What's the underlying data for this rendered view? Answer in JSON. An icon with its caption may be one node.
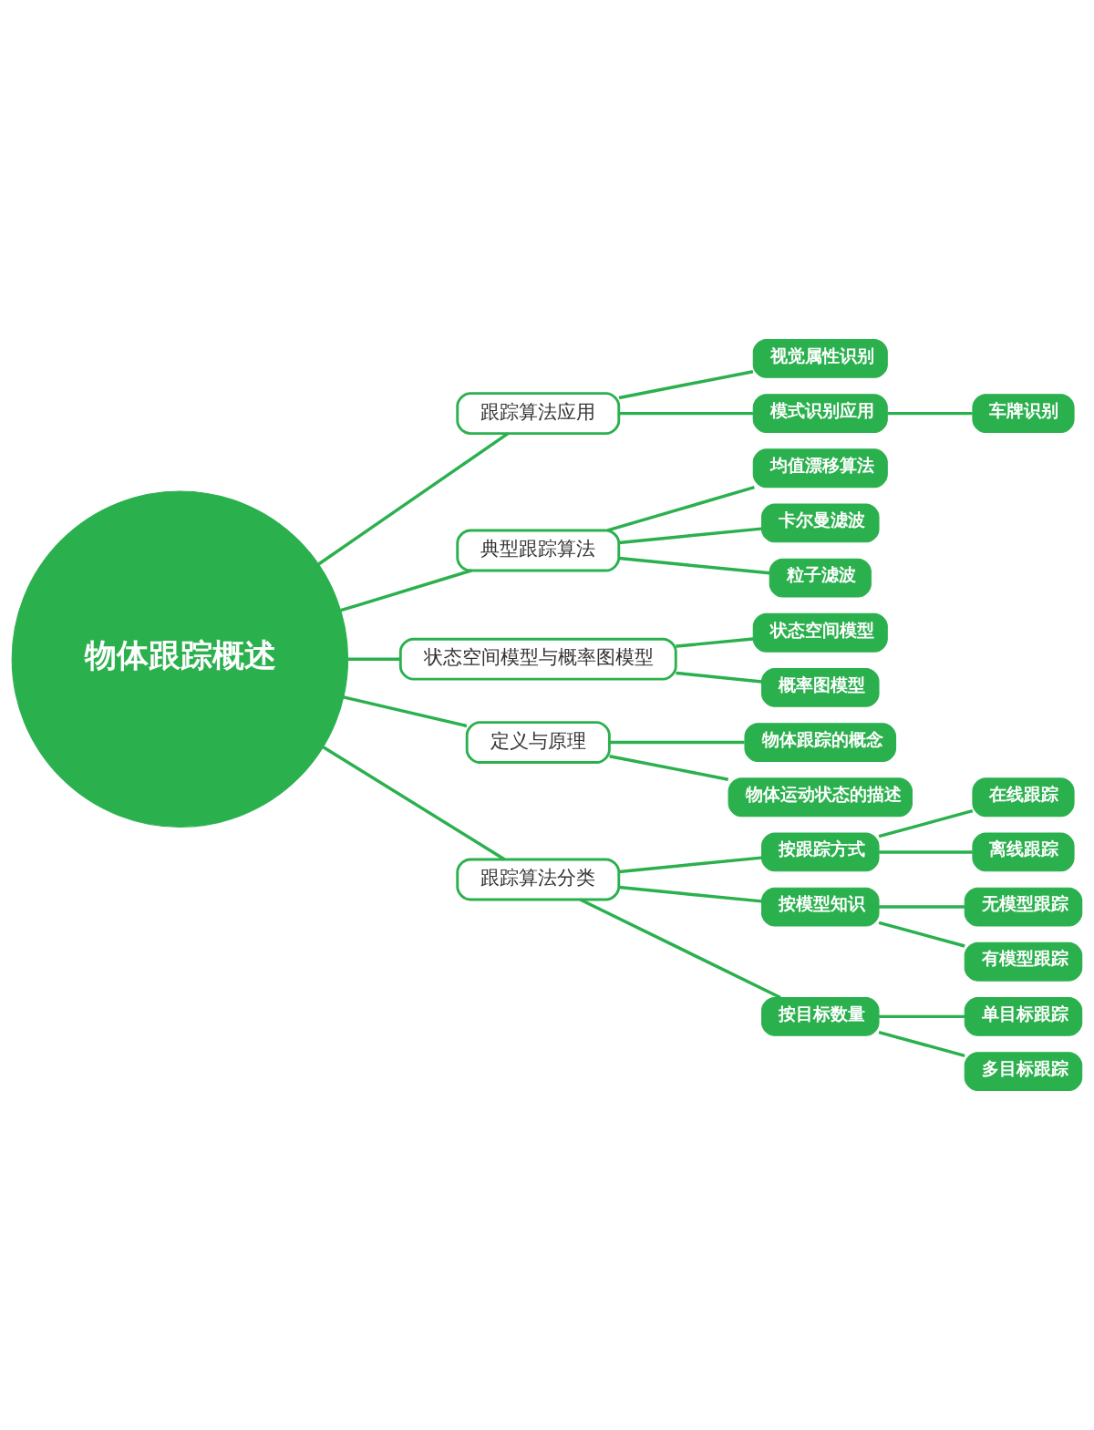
{
  "diagram": {
    "nodes": [
      {
        "text": [
          "物体跟踪概述"
        ]
      },
      {
        "text": [
          "跟踪算法应用"
        ]
      },
      {
        "text": [
          "视觉属性识别"
        ]
      },
      {
        "text": [
          "模式识别应用"
        ]
      },
      {
        "text": [
          "车牌识别"
        ]
      },
      {
        "text": [
          "典型跟踪算法"
        ]
      },
      {
        "text": [
          "均值漂移算法"
        ]
      },
      {
        "text": [
          "卡尔曼滤波"
        ]
      },
      {
        "text": [
          "粒子滤波"
        ]
      },
      {
        "text": [
          "状态空间模型与概率图模型"
        ]
      },
      {
        "text": [
          "状态空间模型"
        ]
      },
      {
        "text": [
          "概率图模型"
        ]
      },
      {
        "text": [
          "定义与原理"
        ]
      },
      {
        "text": [
          "物体跟踪的概念"
        ]
      },
      {
        "text": [
          "物体运动状态的描述"
        ]
      },
      {
        "text": [
          "跟踪算法分类"
        ]
      },
      {
        "text": [
          "按跟踪方式"
        ]
      },
      {
        "text": [
          "在线跟踪"
        ]
      },
      {
        "text": [
          "离线跟踪"
        ]
      },
      {
        "text": [
          "按模型知识"
        ]
      },
      {
        "text": [
          "无模型跟踪"
        ]
      },
      {
        "text": [
          "有模型跟踪"
        ]
      },
      {
        "text": [
          "按目标数量"
        ]
      },
      {
        "text": [
          "单目标跟踪"
        ]
      },
      {
        "text": [
          "多目标跟踪"
        ]
      }
    ],
    "edges": [
      {
        "from": 0,
        "to": 1,
        "arrow": "none"
      },
      {
        "from": 1,
        "to": 2,
        "arrow": "none"
      },
      {
        "from": 1,
        "to": 3,
        "arrow": "none"
      },
      {
        "from": 3,
        "to": 4,
        "arrow": "none"
      },
      {
        "from": 0,
        "to": 5,
        "arrow": "none"
      },
      {
        "from": 5,
        "to": 6,
        "arrow": "none"
      },
      {
        "from": 5,
        "to": 7,
        "arrow": "none"
      },
      {
        "from": 5,
        "to": 8,
        "arrow": "none"
      },
      {
        "from": 0,
        "to": 9,
        "arrow": "none"
      },
      {
        "from": 9,
        "to": 10,
        "arrow": "none"
      },
      {
        "from": 9,
        "to": 11,
        "arrow": "none"
      },
      {
        "from": 0,
        "to": 12,
        "arrow": "none"
      },
      {
        "from": 12,
        "to": 13,
        "arrow": "none"
      },
      {
        "from": 12,
        "to": 14,
        "arrow": "none"
      },
      {
        "from": 0,
        "to": 15,
        "arrow": "none"
      },
      {
        "from": 15,
        "to": 16,
        "arrow": "none"
      },
      {
        "from": 16,
        "to": 17,
        "arrow": "none"
      },
      {
        "from": 16,
        "to": 18,
        "arrow": "none"
      },
      {
        "from": 15,
        "to": 19,
        "arrow": "none"
      },
      {
        "from": 19,
        "to": 20,
        "arrow": "none"
      },
      {
        "from": 19,
        "to": 21,
        "arrow": "none"
      },
      {
        "from": 15,
        "to": 22,
        "arrow": "none"
      },
      {
        "from": 22,
        "to": 23,
        "arrow": "none"
      },
      {
        "from": 22,
        "to": 24,
        "arrow": "none"
      }
    ]
  }
}
